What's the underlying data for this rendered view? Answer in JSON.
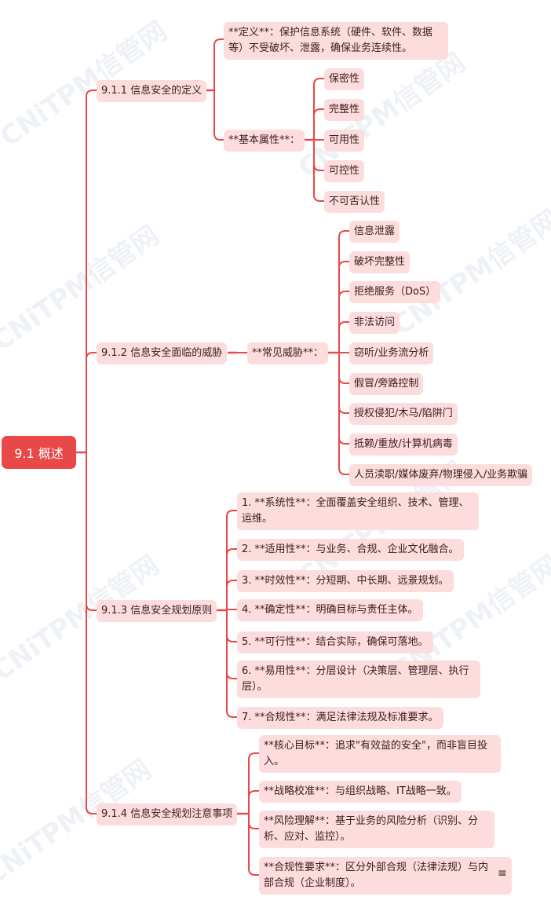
{
  "root": {
    "label": "9.1 概述"
  },
  "watermark": "CNiTPM信管网",
  "colors": {
    "line": "#e84848",
    "node_bg": "#fcdcdc",
    "root_bg": "#e84848"
  },
  "sections": [
    {
      "label": "9.1.1 信息安全的定义",
      "children": [
        {
          "label": "**定义**：保护信息系统（硬件、软件、数据等）不受破坏、泄露，确保业务连续性。"
        },
        {
          "label": "**基本属性**：",
          "children": [
            "保密性",
            "完整性",
            "可用性",
            "可控性",
            "不可否认性"
          ]
        }
      ]
    },
    {
      "label": "9.1.2 信息安全面临的威胁",
      "children": [
        {
          "label": "**常见威胁**：",
          "children": [
            "信息泄露",
            "破坏完整性",
            "拒绝服务（DoS）",
            "非法访问",
            "窃听/业务流分析",
            "假冒/旁路控制",
            "授权侵犯/木马/陷阱门",
            "抵赖/重放/计算机病毒",
            "人员渎职/媒体废弃/物理侵入/业务欺骗"
          ]
        }
      ]
    },
    {
      "label": "9.1.3 信息安全规划原则",
      "children": [
        "1. **系统性**：全面覆盖安全组织、技术、管理、运维。",
        "2. **适用性**：与业务、合规、企业文化融合。",
        "3. **时效性**：分短期、中长期、远景规划。",
        "4. **确定性**：明确目标与责任主体。",
        "5. **可行性**：结合实际，确保可落地。",
        "6. **易用性**：分层设计（决策层、管理层、执行层）。",
        "7. **合规性**：满足法律法规及标准要求。"
      ]
    },
    {
      "label": "9.1.4 信息安全规划注意事项",
      "children": [
        "**核心目标**：追求\"有效益的安全\"，而非盲目投入。",
        "**战略校准**：与组织战略、IT战略一致。",
        "**风险理解**：基于业务的风险分析（识别、分析、应对、监控）。",
        "**合规性要求**：区分外部合规（法律法规）与内部合规（企业制度）。"
      ]
    }
  ],
  "note_icon": "notes-icon"
}
